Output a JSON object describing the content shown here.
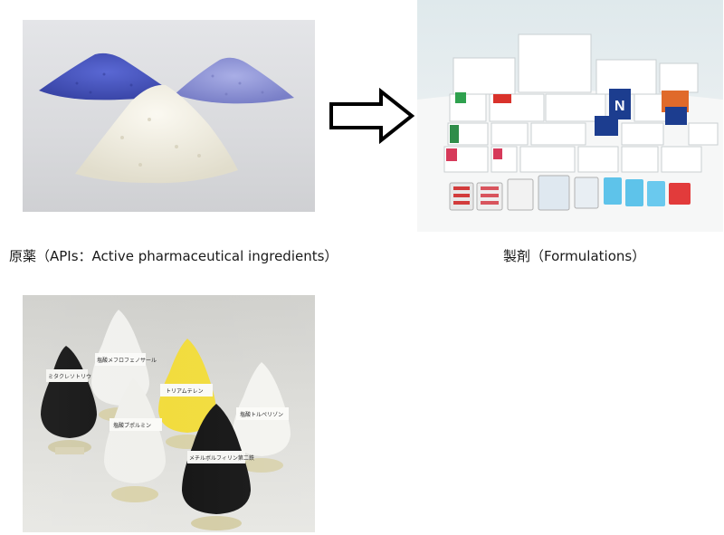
{
  "captions": {
    "api": "原薬（APIs：Active pharmaceutical ingredients）",
    "formulations": "製剤（Formulations）"
  },
  "vial_labels": [
    "ミタクレソトリウム",
    "塩酸メフロフェノサール",
    "トリアムテレン",
    "塩酸ブポルミン",
    "塩酸トルペリゾン",
    "メチルボルフィリン第二鉄"
  ],
  "box_labels": {
    "n": "N"
  },
  "colors": {
    "blue_powder": "#4a58c4",
    "lavender_powder": "#8f95da",
    "white_powder": "#f3f0e4",
    "yellow_powder": "#f2dc3c"
  }
}
